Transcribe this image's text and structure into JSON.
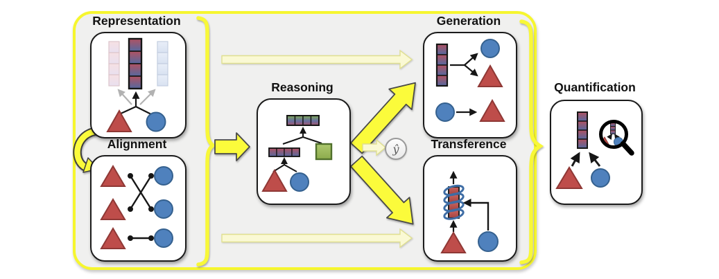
{
  "figure": {
    "kind": "multimodal-challenges-diagram",
    "panel_fill": "#f0f0ef",
    "accent_yellow": "#fbfb3b",
    "pale_yellow": "#faf9d4",
    "border_yellow": "#f6f62e"
  },
  "modules": {
    "representation": {
      "title": "Representation"
    },
    "alignment": {
      "title": "Alignment"
    },
    "reasoning": {
      "title": "Reasoning"
    },
    "generation": {
      "title": "Generation"
    },
    "transference": {
      "title": "Transference"
    },
    "quantification": {
      "title": "Quantification"
    }
  },
  "prediction": {
    "symbol": "ŷ"
  },
  "colors": {
    "modality_a_red": "#be4d4a",
    "modality_b_blue": "#4f81bd",
    "context_green": "#9bbb59",
    "fused_gradient_top": "#b15262",
    "fused_gradient_bottom": "#55689f"
  }
}
